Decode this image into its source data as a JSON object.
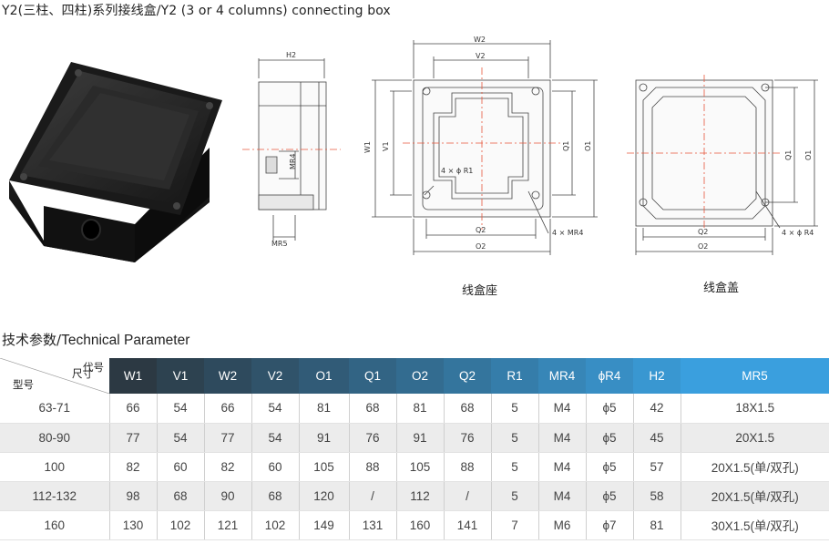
{
  "header": {
    "title": "Y2(三柱、四柱)系列接线盒/Y2 (3 or 4 columns) connecting box"
  },
  "drawings": {
    "side": {
      "h2": "H2",
      "mr4": "MR4",
      "mr5": "MR5"
    },
    "base": {
      "w2": "W2",
      "v2": "V2",
      "w1": "W1",
      "v1": "V1",
      "o1_inner": "Q1",
      "o1_outer": "O1",
      "q2": "Q2",
      "o2": "O2",
      "r1": "4 × ϕ R1",
      "mr4": "4 × MR4"
    },
    "lid": {
      "o1_inner": "Q1",
      "o1_outer": "O1",
      "q2": "Q2",
      "o2": "O2",
      "r4": "4 × ϕ R4"
    },
    "captions": {
      "base": "线盒座",
      "lid": "线盒盖"
    }
  },
  "section": {
    "cn": "技术参数",
    "sep": "/",
    "en": "Technical Parameter"
  },
  "table": {
    "corner": {
      "code": "代号",
      "size": "尺寸",
      "model": "型号"
    },
    "headers": [
      "W1",
      "V1",
      "W2",
      "V2",
      "O1",
      "Q1",
      "O2",
      "Q2",
      "R1",
      "MR4",
      "ϕR4",
      "H2",
      "MR5"
    ],
    "rows": [
      [
        "63-71",
        "66",
        "54",
        "66",
        "54",
        "81",
        "68",
        "81",
        "68",
        "5",
        "M4",
        "ϕ5",
        "42",
        "18X1.5"
      ],
      [
        "80-90",
        "77",
        "54",
        "77",
        "54",
        "91",
        "76",
        "91",
        "76",
        "5",
        "M4",
        "ϕ5",
        "45",
        "20X1.5"
      ],
      [
        "100",
        "82",
        "60",
        "82",
        "60",
        "105",
        "88",
        "105",
        "88",
        "5",
        "M4",
        "ϕ5",
        "57",
        "20X1.5(单/双孔)"
      ],
      [
        "112-132",
        "98",
        "68",
        "90",
        "68",
        "120",
        "/",
        "112",
        "/",
        "5",
        "M4",
        "ϕ5",
        "58",
        "20X1.5(单/双孔)"
      ],
      [
        "160",
        "130",
        "102",
        "121",
        "102",
        "149",
        "131",
        "160",
        "141",
        "7",
        "M6",
        "ϕ7",
        "81",
        "30X1.5(单/双孔)"
      ]
    ]
  },
  "colors": {
    "header_dark": "#2b3136",
    "header_light": "#3a9fde",
    "row_alt": "#ececec",
    "center_line": "#e8573c"
  }
}
